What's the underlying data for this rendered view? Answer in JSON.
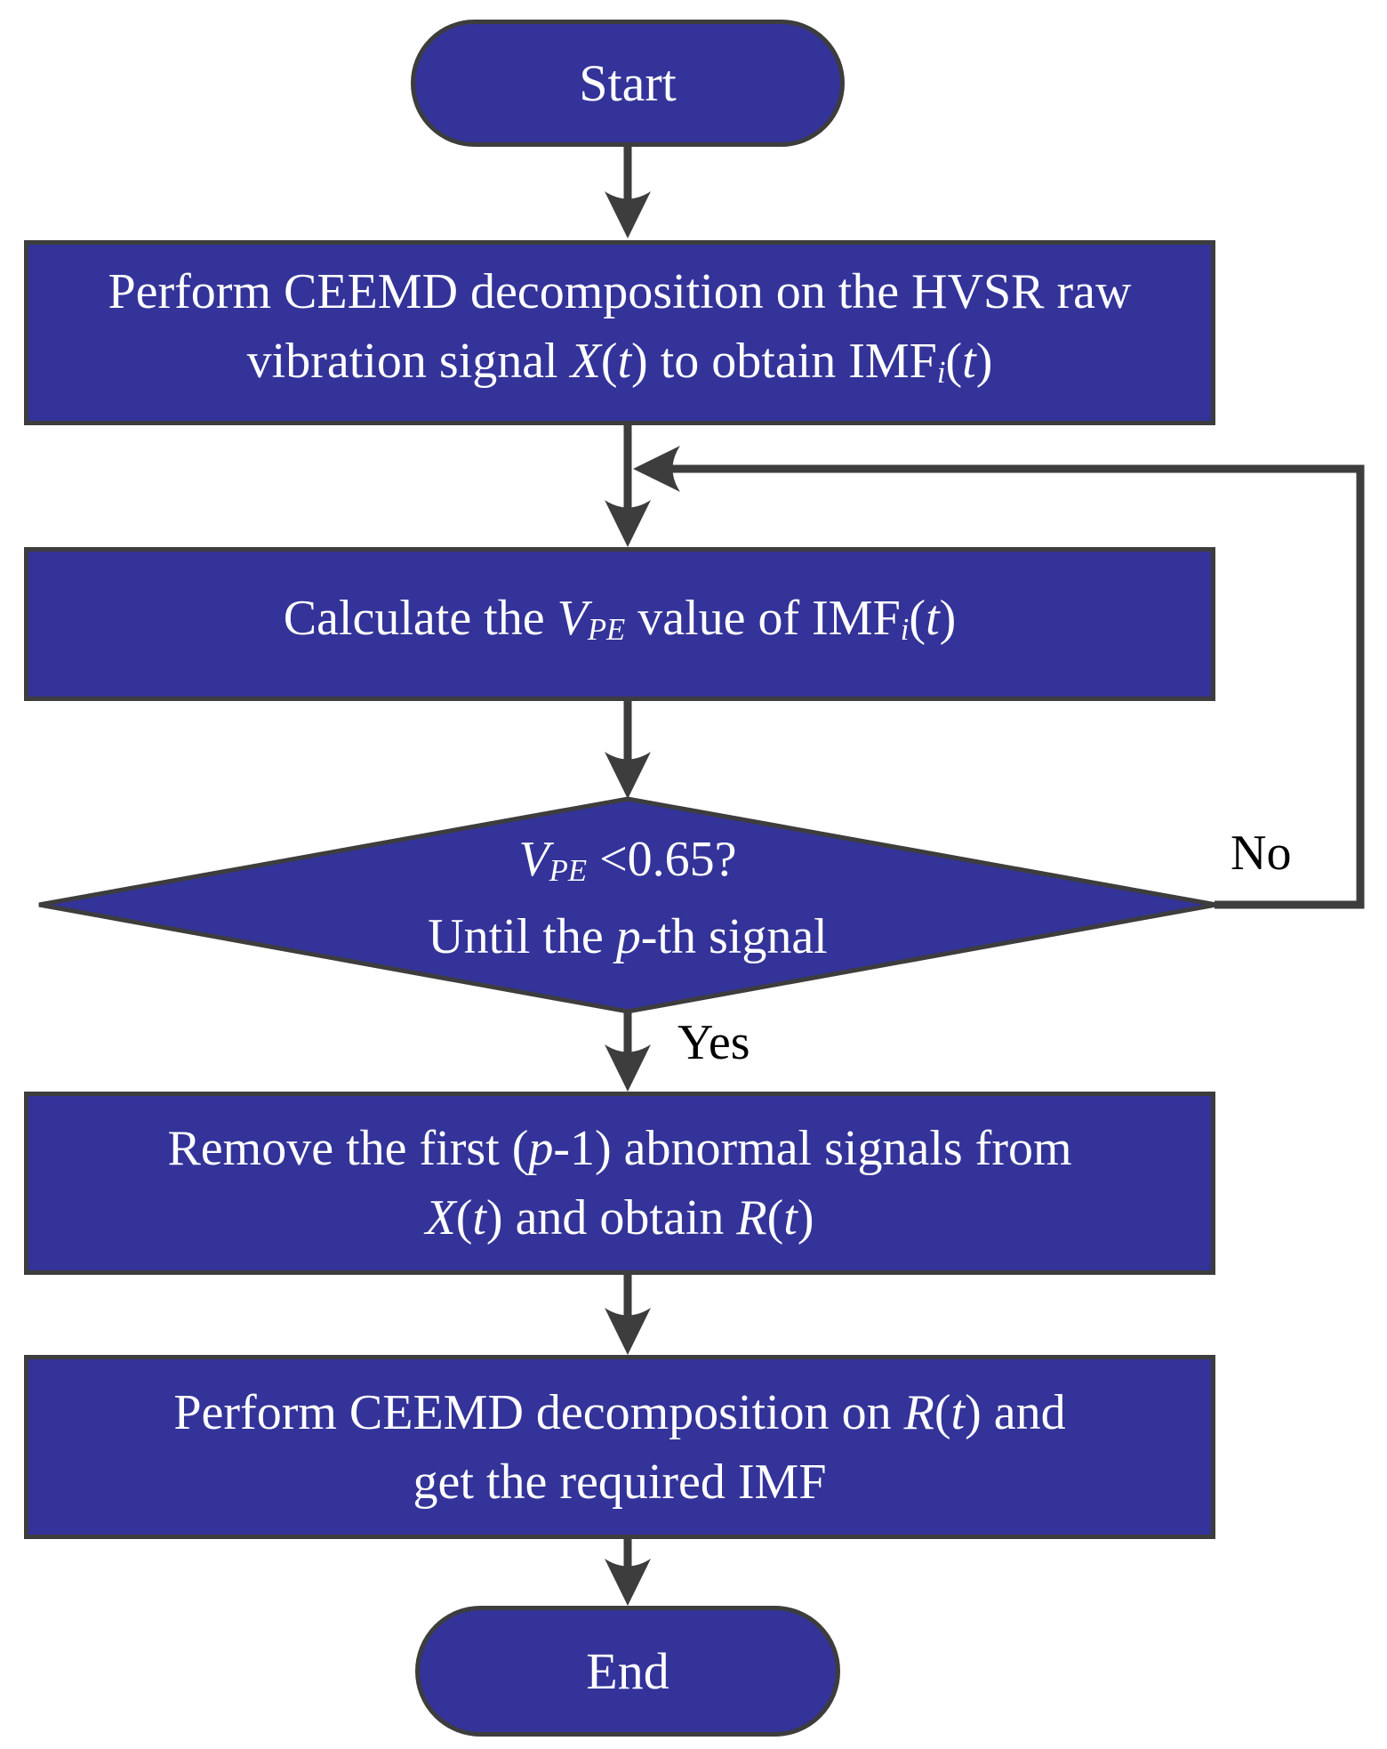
{
  "title": "CEEMD / HVSR signal processing flowchart",
  "colors": {
    "node_fill": "#333399",
    "node_border": "#3d3d3d",
    "connector": "#3d3d3d",
    "node_text": "#ffffff",
    "label_text": "#000000",
    "canvas_bg": "#ffffff"
  },
  "nodes": {
    "start": {
      "label": "Start"
    },
    "box1": {
      "lines": [
        [
          {
            "t": "Perform CEEMD decomposition on the HVSR raw"
          }
        ],
        [
          {
            "t": "vibration signal "
          },
          {
            "t": "X",
            "i": true
          },
          {
            "t": "("
          },
          {
            "t": "t",
            "i": true
          },
          {
            "t": ") to obtain IMF"
          },
          {
            "t": "i",
            "i": true,
            "sub": true
          },
          {
            "t": "("
          },
          {
            "t": "t",
            "i": true
          },
          {
            "t": ")"
          }
        ]
      ]
    },
    "box2": {
      "lines": [
        [
          {
            "t": "Calculate the "
          },
          {
            "t": "V",
            "i": true
          },
          {
            "t": "PE",
            "i": true,
            "sub": true
          },
          {
            "t": " value of IMF"
          },
          {
            "t": "i",
            "i": true,
            "sub": true
          },
          {
            "t": "("
          },
          {
            "t": "t",
            "i": true
          },
          {
            "t": ")"
          }
        ]
      ]
    },
    "decision": {
      "lines": [
        [
          {
            "t": "V",
            "i": true
          },
          {
            "t": "PE",
            "i": true,
            "sub": true
          },
          {
            "t": " <0.65?"
          }
        ],
        [
          {
            "t": "Until the "
          },
          {
            "t": "p",
            "i": true
          },
          {
            "t": "-th signal"
          }
        ]
      ]
    },
    "box3": {
      "lines": [
        [
          {
            "t": "Remove the first ("
          },
          {
            "t": "p",
            "i": true
          },
          {
            "t": "-1) abnormal signals from"
          }
        ],
        [
          {
            "t": "X",
            "i": true
          },
          {
            "t": "("
          },
          {
            "t": "t",
            "i": true
          },
          {
            "t": ") and obtain "
          },
          {
            "t": "R",
            "i": true
          },
          {
            "t": "("
          },
          {
            "t": "t",
            "i": true
          },
          {
            "t": ")"
          }
        ]
      ]
    },
    "box4": {
      "lines": [
        [
          {
            "t": "Perform CEEMD decomposition on "
          },
          {
            "t": "R",
            "i": true
          },
          {
            "t": "("
          },
          {
            "t": "t",
            "i": true
          },
          {
            "t": ") and"
          }
        ],
        [
          {
            "t": "get the required IMF"
          }
        ]
      ]
    },
    "end": {
      "label": "End"
    }
  },
  "labels": {
    "no": "No",
    "yes": "Yes"
  }
}
